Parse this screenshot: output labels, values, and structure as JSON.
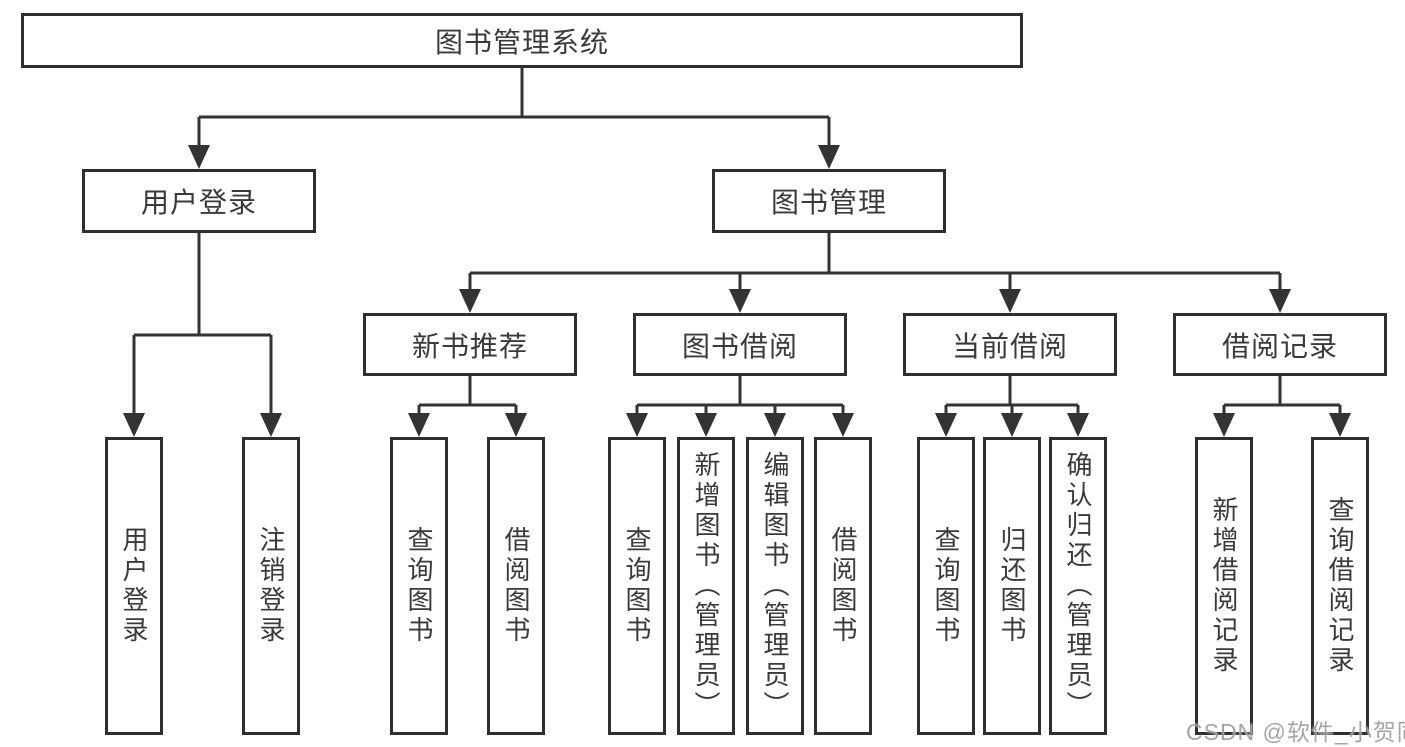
{
  "diagram": {
    "root": {
      "label": "图书管理系统"
    },
    "level2": [
      {
        "label": "用户登录"
      },
      {
        "label": "图书管理"
      }
    ],
    "level3": [
      {
        "label": "新书推荐"
      },
      {
        "label": "图书借阅"
      },
      {
        "label": "当前借阅"
      },
      {
        "label": "借阅记录"
      }
    ],
    "leaves": [
      {
        "label": "用户登录"
      },
      {
        "label": "注销登录"
      },
      {
        "label": "查询图书"
      },
      {
        "label": "借阅图书"
      },
      {
        "label": "查询图书"
      },
      {
        "label": "新增图书（管理员）"
      },
      {
        "label": "编辑图书（管理员）"
      },
      {
        "label": "借阅图书"
      },
      {
        "label": "查询图书"
      },
      {
        "label": "归还图书"
      },
      {
        "label": "确认归还（管理员）"
      },
      {
        "label": "新增借阅记录"
      },
      {
        "label": "查询借阅记录"
      }
    ]
  },
  "watermark": {
    "text": "CSDN @软件_小贺同学"
  },
  "colors": {
    "line": "#333333",
    "border": "#2e2e2e",
    "text": "#3a3a3a",
    "watermark": "#9e9e9e",
    "background": "#ffffff"
  }
}
